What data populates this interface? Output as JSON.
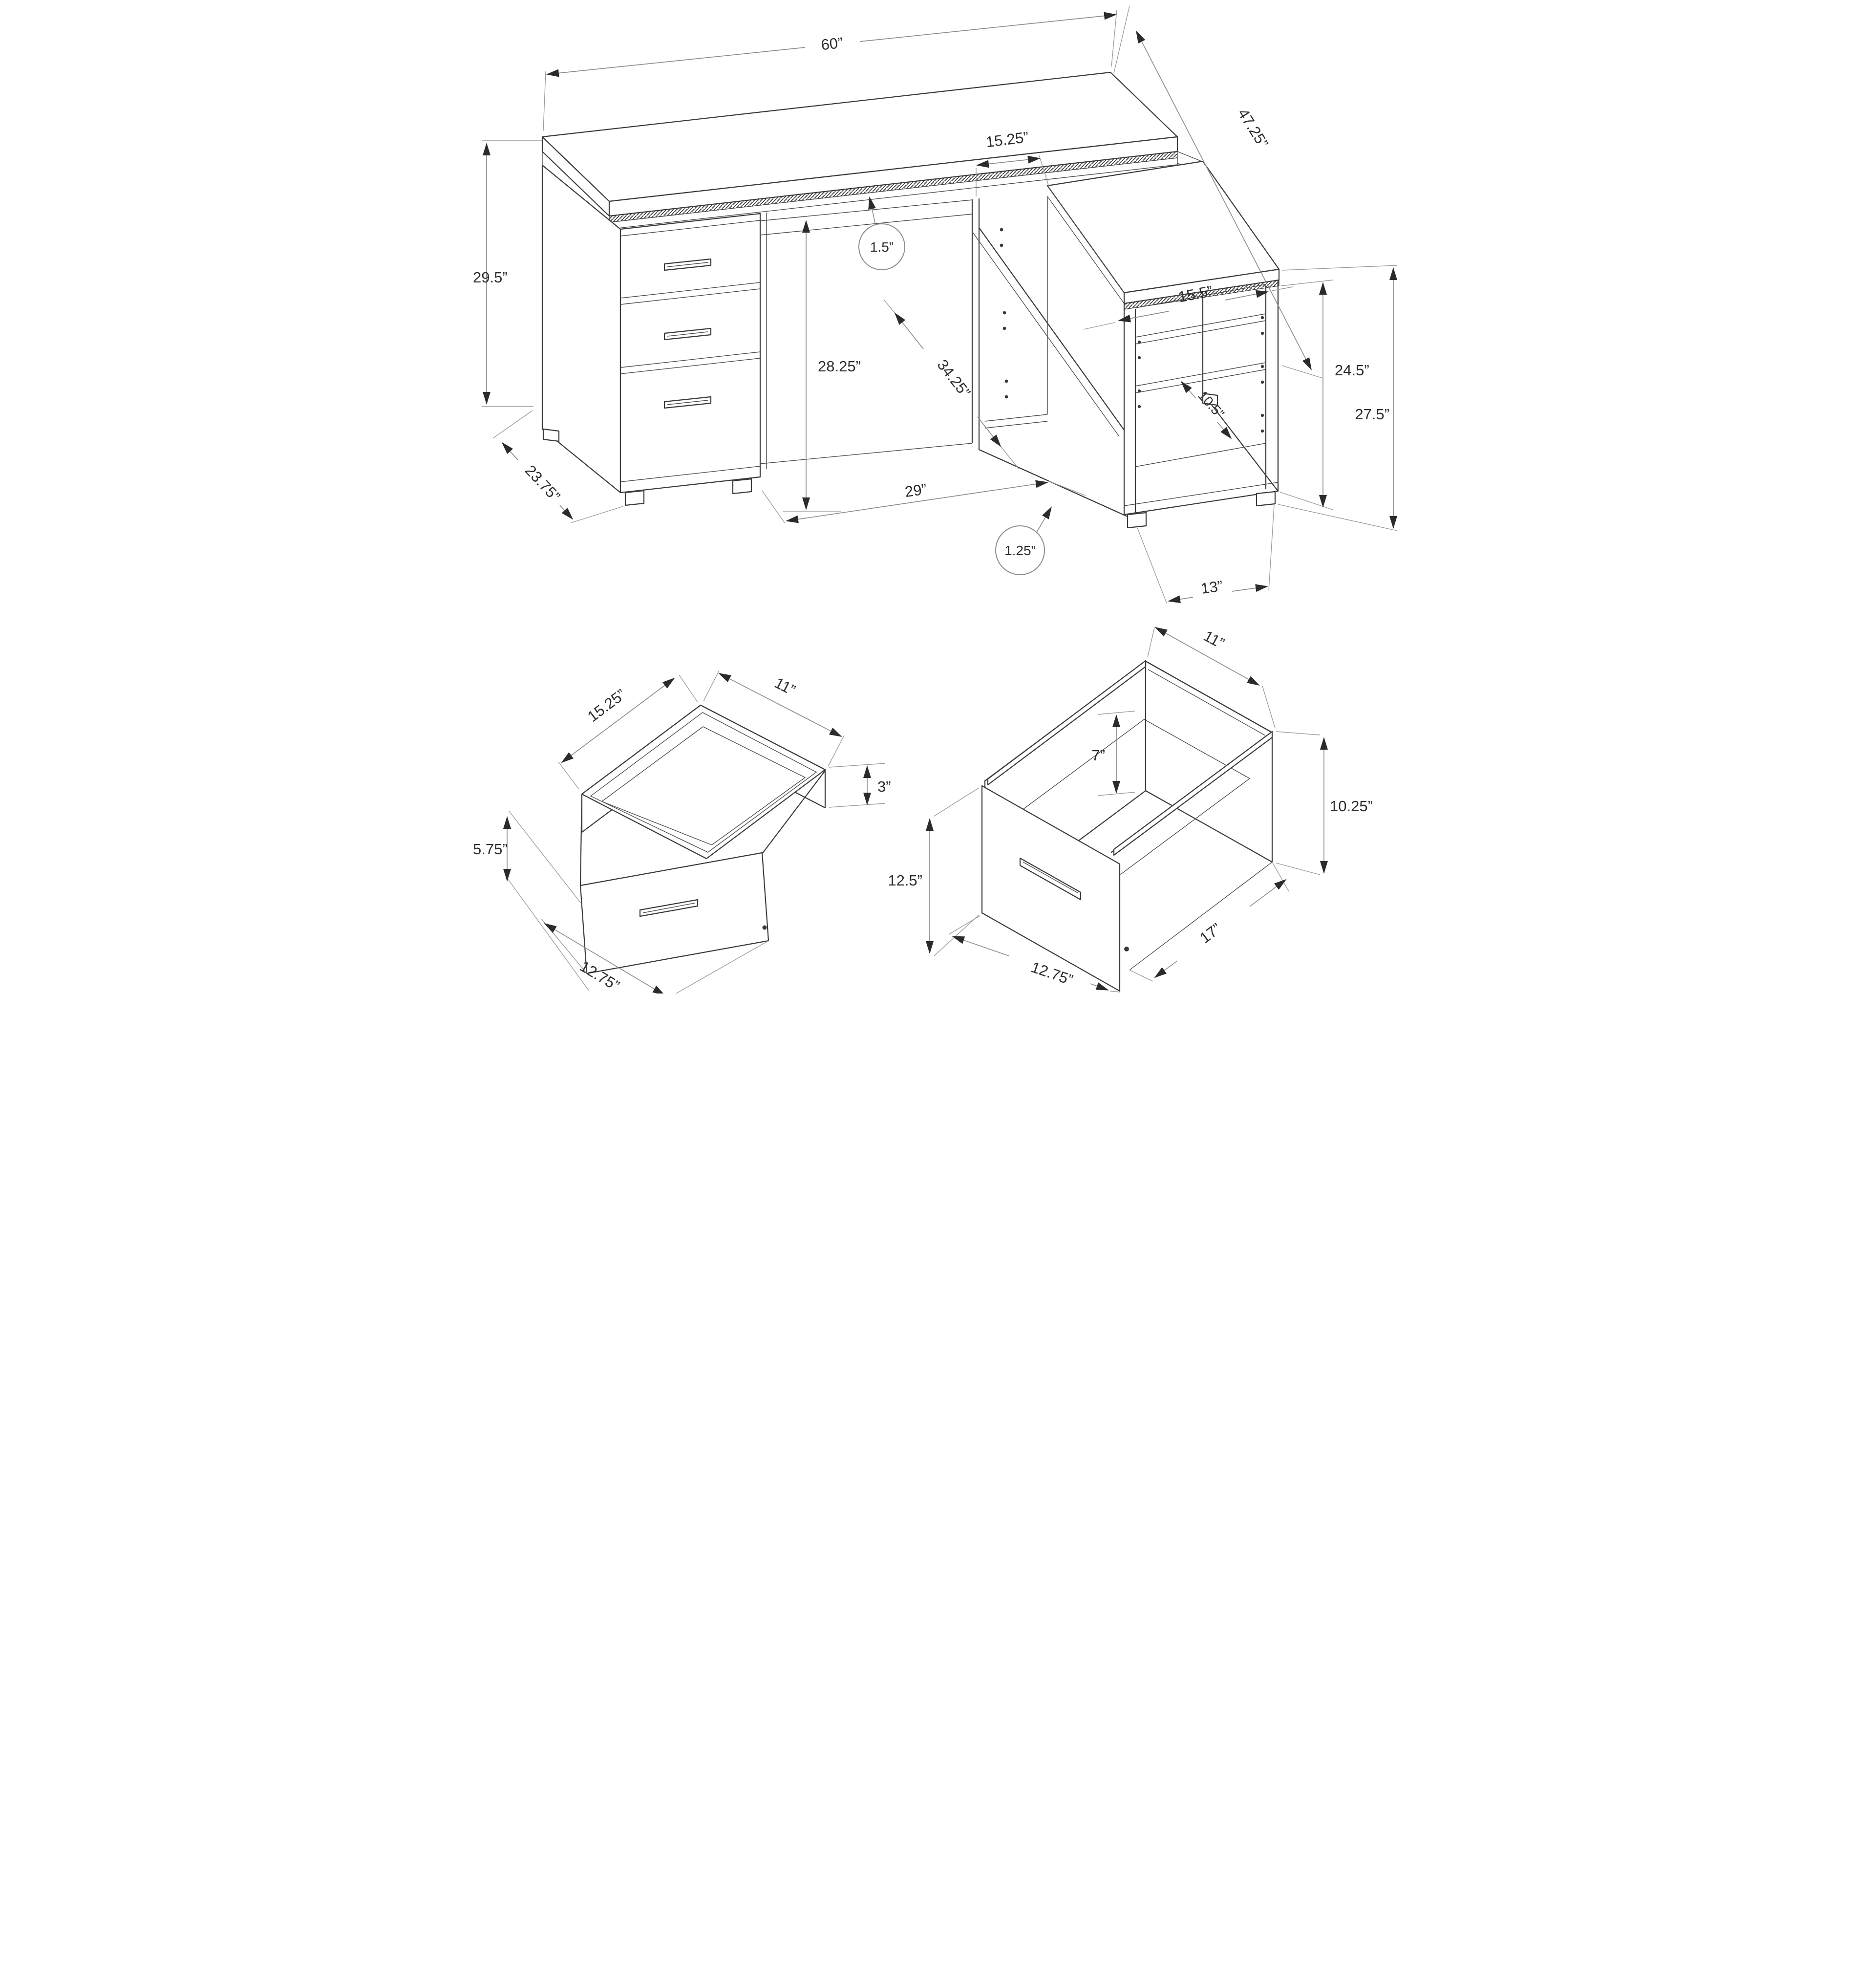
{
  "colors": {
    "line": "#3a3a3a",
    "dim_line": "#8c8c8c",
    "text": "#2d2d2d",
    "background": "#ffffff"
  },
  "desk_view": {
    "top_width": "60”",
    "overall_depth": "47.25”",
    "overall_height": "29.5”",
    "pedestal_depth": "23.75”",
    "knee_clearance_height": "28.25”",
    "cubby_width": "15.25”",
    "top_thickness": "1.5”",
    "divider_panel_length": "34.25”",
    "knee_space_width": "29”",
    "return_top_width": "15.5”",
    "shelf_opening_height": "24.5”",
    "return_height": "27.5”",
    "shelf_depth": "10.5”",
    "return_bottom_width": "13”",
    "panel_thickness": "1.25”"
  },
  "small_drawer_view": {
    "depth": "15.25”",
    "width": "11”",
    "side_height": "3”",
    "front_height": "5.75”",
    "front_width": "12.75”"
  },
  "file_drawer_view": {
    "width": "11”",
    "inner_height": "7”",
    "side_height": "10.25”",
    "front_height": "12.5”",
    "depth": "17”",
    "front_width": "12.75”"
  }
}
